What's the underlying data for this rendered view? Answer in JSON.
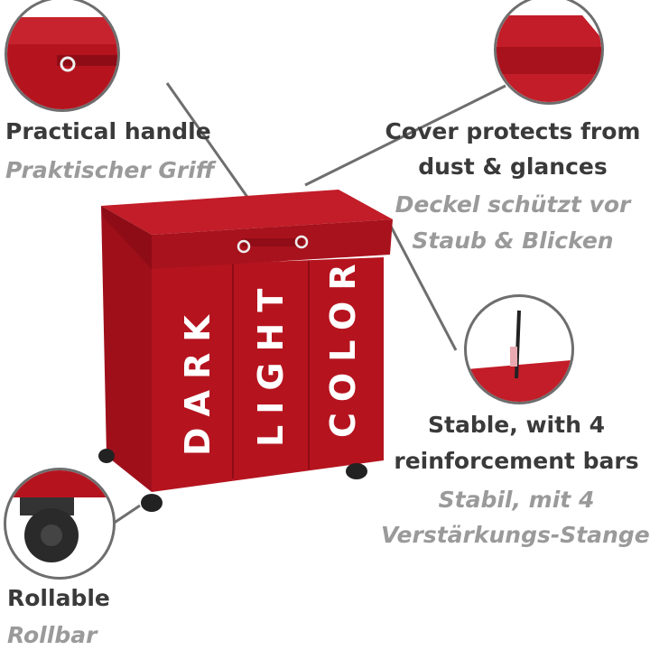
{
  "product": {
    "compartment_labels": [
      "DARK",
      "LIGHT",
      "COLOR"
    ],
    "color": "#b5141f"
  },
  "features": [
    {
      "title_en": "Practical handle",
      "title_de": "Praktischer Griff"
    },
    {
      "title_en_lines": [
        "Cover protects from",
        "dust & glances"
      ],
      "title_de_lines": [
        "Deckel schützt vor",
        "Staub & Blicken"
      ]
    },
    {
      "title_en_lines": [
        "Stable, with 4",
        "reinforcement bars"
      ],
      "title_de_lines": [
        "Stabil, mit 4",
        "Verstärkungs-Stangen"
      ]
    },
    {
      "title_en": "Rollable",
      "title_de": "Rollbar"
    }
  ],
  "colors": {
    "title": "#3a3a3a",
    "subtitle": "#9a9a9a",
    "callout_line": "#6e6e6e"
  }
}
